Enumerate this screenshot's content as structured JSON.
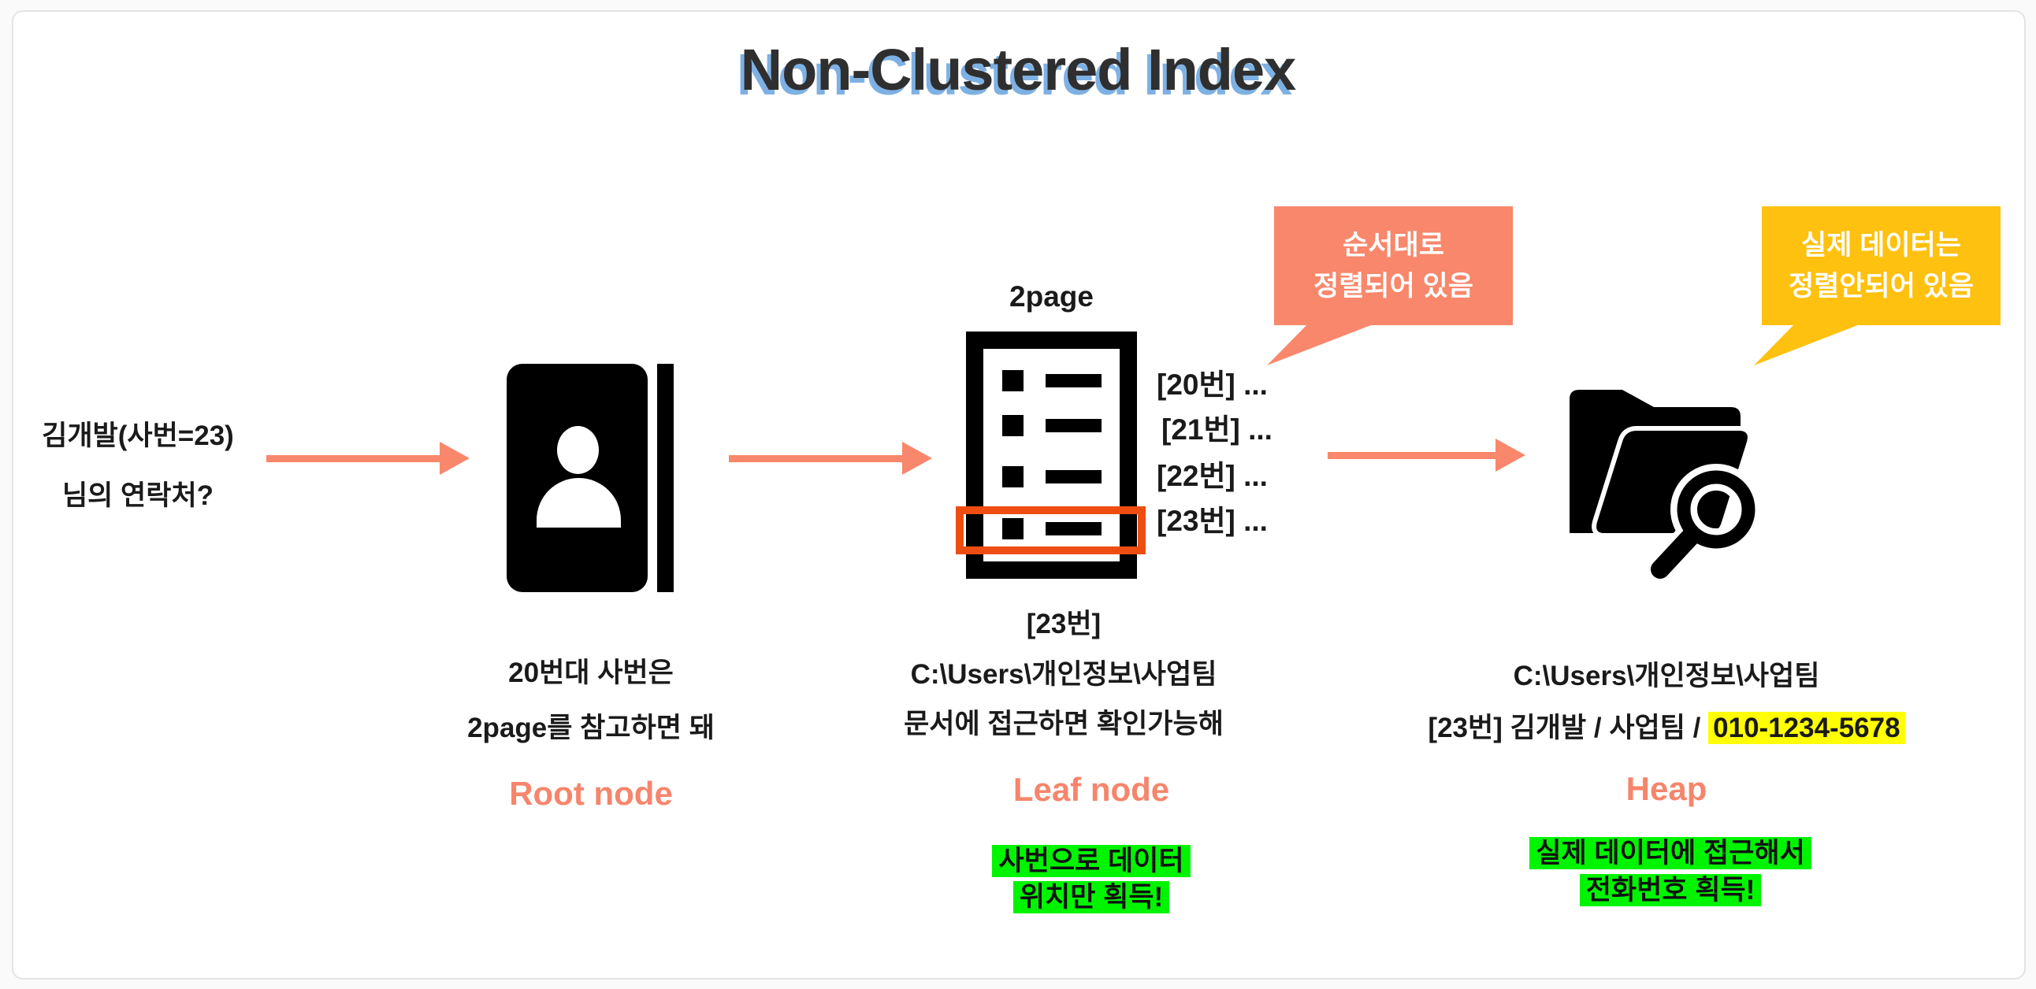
{
  "title": "Non-Clustered Index",
  "query": {
    "line1": "김개발(사번=23)",
    "line2": "님의 연락처?"
  },
  "root_node": {
    "icon": "contact-book-icon",
    "desc_line1": "20번대 사번은",
    "desc_line2": "2page를 참고하면 돼",
    "label": "Root node"
  },
  "leaf_node": {
    "icon": "document-list-icon",
    "page_label": "2page",
    "entries": [
      "[20번] ...",
      "[21번] ...",
      "[22번] ...",
      "[23번] ..."
    ],
    "bubble": {
      "line1": "순서대로",
      "line2": "정렬되어 있음"
    },
    "desc_line1": "[23번]",
    "desc_line2": "C:\\Users\\개인정보\\사업팀",
    "desc_line3": "문서에 접근하면 확인가능해",
    "label": "Leaf node",
    "note_line1": "사번으로 데이터",
    "note_line2": "위치만 획득!"
  },
  "heap": {
    "icon": "folder-search-icon",
    "bubble": {
      "line1": "실제 데이터는",
      "line2": "정렬안되어 있음"
    },
    "desc_line1": "C:\\Users\\개인정보\\사업팀",
    "desc_line2_prefix": "[23번] 김개발 / 사업팀 / ",
    "desc_line2_phone": "010-1234-5678",
    "label": "Heap",
    "note_line1": "실제 데이터에 접근해서",
    "note_line2": "전화번호 획득!"
  },
  "colors": {
    "accent_salmon": "#f8876b",
    "accent_yellow": "#ffc110",
    "note_green": "#00f400",
    "phone_highlight": "#ffff00",
    "row_highlight": "#ee4d12",
    "title_shadow_blue": "#7eb1e3"
  }
}
